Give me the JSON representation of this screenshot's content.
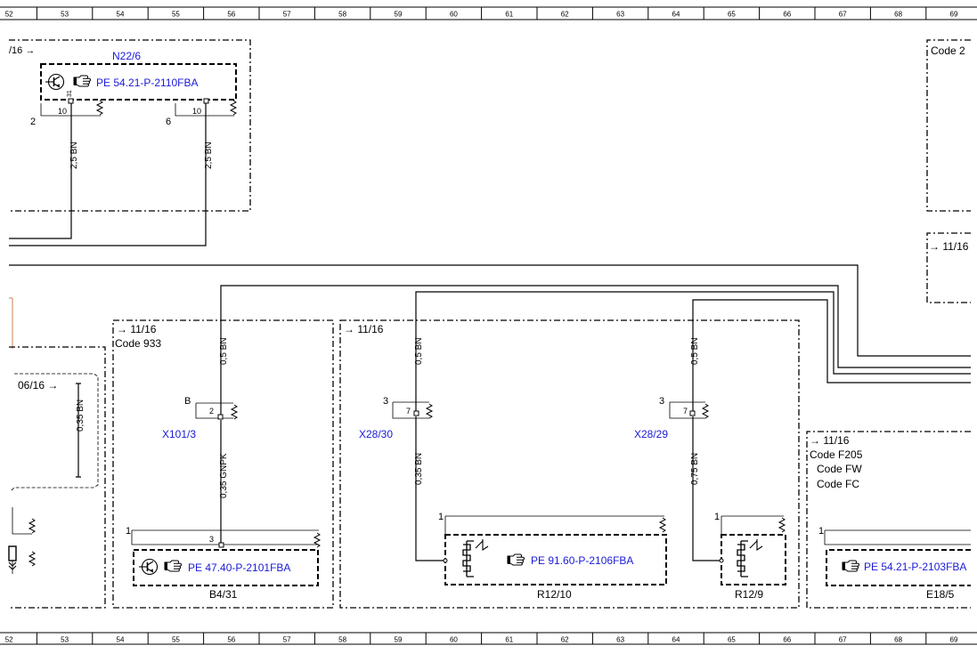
{
  "ruler": {
    "numbers": [
      "52",
      "53",
      "54",
      "55",
      "56",
      "57",
      "58",
      "59",
      "60",
      "61",
      "62",
      "63",
      "64",
      "65",
      "66",
      "67",
      "68",
      "69"
    ]
  },
  "modules": {
    "n22": {
      "name": "N22/6",
      "ref": "PE 54.21-P-2110FBA",
      "sheet_ref": "/16 →",
      "pin_left": "2",
      "pin_right": "6",
      "sub_left": "10",
      "sub_right": "10",
      "tiny": "31"
    },
    "b4": {
      "name": "B4/31",
      "ref": "PE 47.40-P-2101FBA",
      "sheet_ref": "→ 11/16",
      "code": "Code 933",
      "conn": "X101/3",
      "conn_pin_letter": "B",
      "conn_pin": "2",
      "pin1": "1",
      "pin3": "3"
    },
    "r12": {
      "sheet_ref": "→ 11/16",
      "left_conn": "X28/30",
      "left_pin": "3",
      "left_sub": "7",
      "right_conn": "X28/29",
      "right_pin": "3",
      "right_sub": "7",
      "heater_ref": "PE 91.60-P-2106FBA",
      "heater_name": "R12/10",
      "heater_pin": "1",
      "small_name": "R12/9",
      "small_pin": "1"
    },
    "e18": {
      "sheet_ref": "→ 11/16",
      "codes": [
        "Code F205",
        "Code FW",
        "Code FC"
      ],
      "ref": "PE 54.21-P-2103FBA",
      "name": "E18/5",
      "pin": "1"
    },
    "left": {
      "sheet_ref": "06/16 →",
      "wire": "0,35 BN"
    },
    "top_right": {
      "code": "Code 2",
      "sheet_ref": "→ 11/16"
    }
  },
  "wires": {
    "n22_left": "2,5 BN",
    "n22_right": "2,5 BN",
    "b4_top": "0,5 BN",
    "b4_bottom": "0,35 GNPK",
    "r12_left_top": "0,5 BN",
    "r12_left_bottom": "0,35 BN",
    "r12_right_top": "0,5 BN",
    "r12_right_bottom": "0,75 BN"
  },
  "icons": [
    "hand-pointer-icon",
    "transistor-icon",
    "heater-element-icon",
    "ground-symbol-icon"
  ],
  "colors": {
    "reference_blue": "#1a1ad8",
    "stub_orange": "#d4946a"
  }
}
